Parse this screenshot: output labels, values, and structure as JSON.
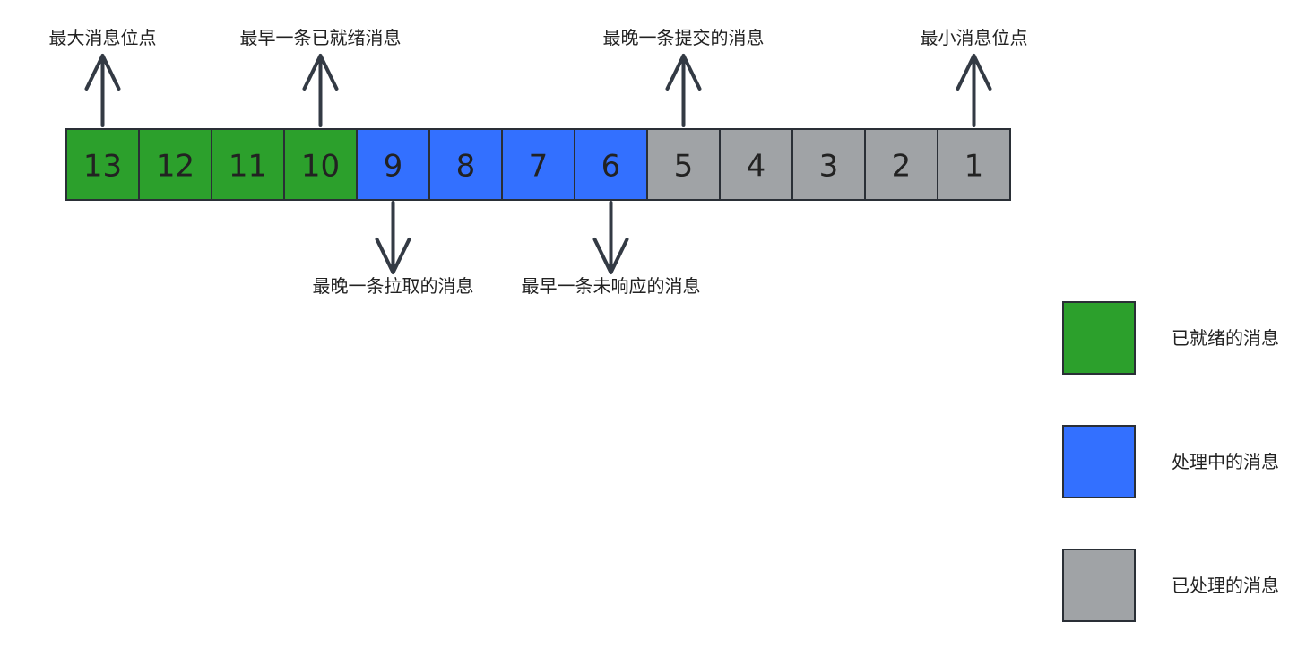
{
  "colors": {
    "ready": "#2ca02c",
    "processing": "#3370ff",
    "processed": "#a0a3a6",
    "border": "#2a2f36",
    "arrow": "#333a44"
  },
  "cells": [
    {
      "label": "13",
      "status": "ready"
    },
    {
      "label": "12",
      "status": "ready"
    },
    {
      "label": "11",
      "status": "ready"
    },
    {
      "label": "10",
      "status": "ready"
    },
    {
      "label": "9",
      "status": "processing"
    },
    {
      "label": "8",
      "status": "processing"
    },
    {
      "label": "7",
      "status": "processing"
    },
    {
      "label": "6",
      "status": "processing"
    },
    {
      "label": "5",
      "status": "processed"
    },
    {
      "label": "4",
      "status": "processed"
    },
    {
      "label": "3",
      "status": "processed"
    },
    {
      "label": "2",
      "status": "processed"
    },
    {
      "label": "1",
      "status": "processed"
    }
  ],
  "pointers": [
    {
      "label": "最大消息位点",
      "cell": "13",
      "direction": "up"
    },
    {
      "label": "最早一条已就绪消息",
      "cell": "10",
      "direction": "up"
    },
    {
      "label": "最晚一条提交的消息",
      "cell": "5",
      "direction": "up"
    },
    {
      "label": "最小消息位点",
      "cell": "1",
      "direction": "up"
    },
    {
      "label": "最晚一条拉取的消息",
      "cell": "9",
      "direction": "down"
    },
    {
      "label": "最早一条未响应的消息",
      "cell": "6",
      "direction": "down"
    }
  ],
  "legend": [
    {
      "label": "已就绪的消息",
      "status": "ready"
    },
    {
      "label": "处理中的消息",
      "status": "processing"
    },
    {
      "label": "已处理的消息",
      "status": "processed"
    }
  ]
}
